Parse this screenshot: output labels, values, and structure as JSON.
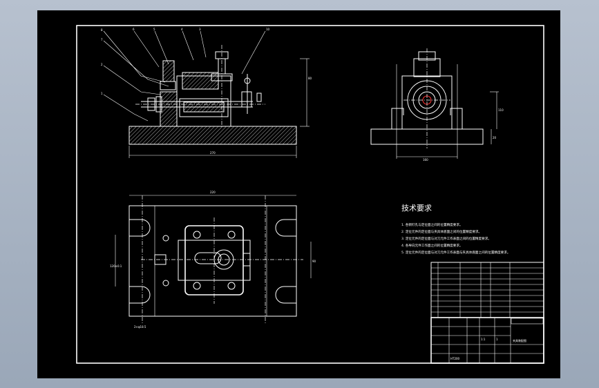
{
  "tech_requirements": {
    "title": "技术要求",
    "notes": [
      "1. 各销钉孔与定位面之间的位置精度要求。",
      "2. 定位元件的定位面与夹具体底面之间的位置精度要求。",
      "3. 定位元件的定位面与对刀元件工作表面之间的位置精度要求。",
      "4. 各导向元件工作面之间的位置精度要求。",
      "5. 定位元件的定位面与对刀元件工作表面与夹具体底面之间的位置精度要求。"
    ]
  },
  "dimensions": {
    "front_height": "80",
    "front_width": "270",
    "side_width": "160",
    "side_height": "110",
    "side_base": "20",
    "top_width": "220",
    "top_left": "120±0.1",
    "top_right": "90",
    "top_bottom_note": "2×φ18.5"
  },
  "title_block": {
    "drawing_name": "夹具装配图",
    "scale": "1:1",
    "sheet": "1",
    "material": "HT200"
  }
}
